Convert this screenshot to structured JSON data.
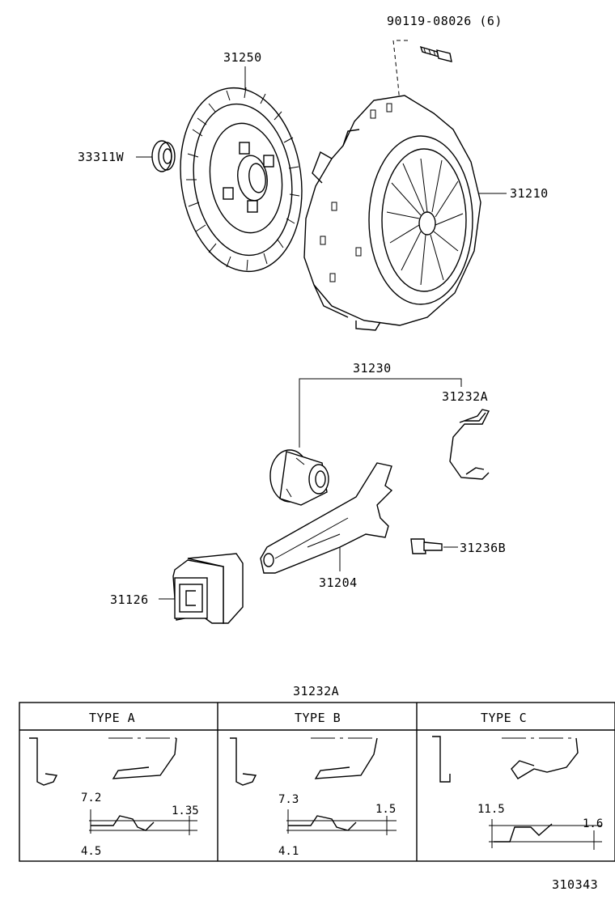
{
  "parts": {
    "bolt": "90119-08026 (6)",
    "disc": "31250",
    "bearing": "33311W",
    "cover": "31210",
    "release_assy": "31230",
    "clip": "31232A",
    "pivot": "31236B",
    "fork": "31204",
    "boot": "31126"
  },
  "table": {
    "title": "31232A",
    "types": [
      {
        "header": "TYPE  A",
        "dim_top": "7.2",
        "dim_bottom": "4.5",
        "dim_right": "1.35"
      },
      {
        "header": "TYPE  B",
        "dim_top": "7.3",
        "dim_bottom": "4.1",
        "dim_right": "1.5"
      },
      {
        "header": "TYPE  C",
        "dim_top": "11.5",
        "dim_right": "1.6"
      }
    ]
  },
  "figure_number": "310343"
}
